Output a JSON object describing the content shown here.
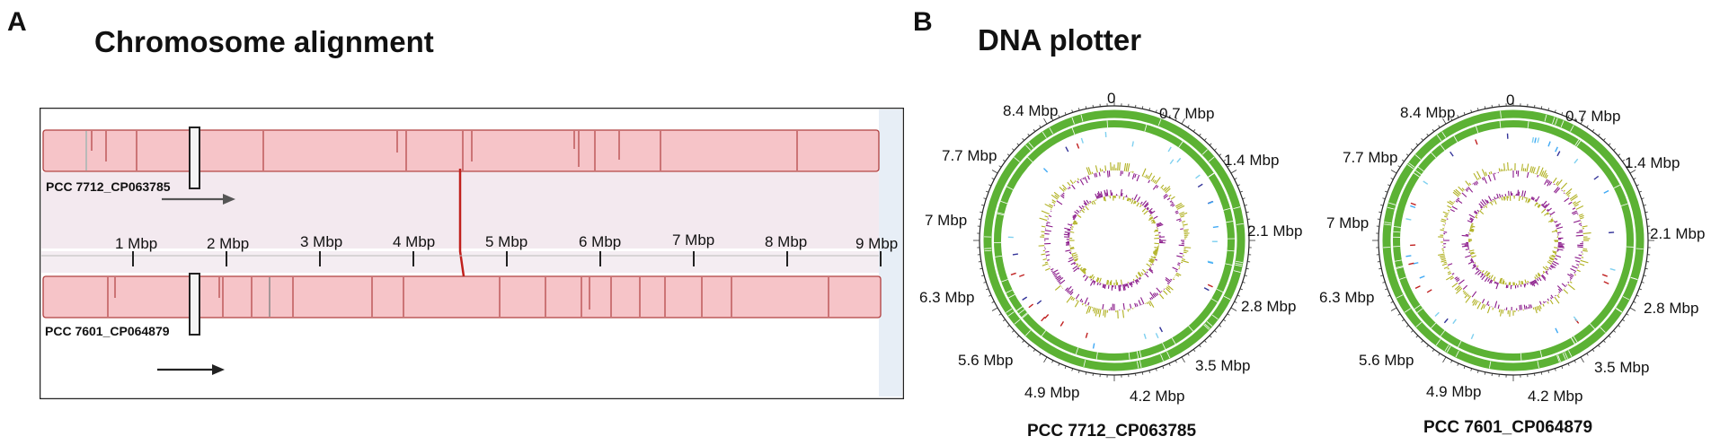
{
  "panel_a": {
    "letter": "A",
    "title": "Chromosome alignment",
    "top_genome": "PCC 7712_CP063785",
    "bottom_genome": "PCC 7601_CP064879",
    "axis_ticks": [
      "1 Mbp",
      "2 Mbp",
      "3 Mbp",
      "4 Mbp",
      "5 Mbp",
      "6 Mbp",
      "7 Mbp",
      "8 Mbp",
      "9 Mbp"
    ]
  },
  "panel_b": {
    "letter": "B",
    "title": "DNA plotter",
    "ring_labels": [
      "0",
      "0.7 Mbp",
      "1.4 Mbp",
      "2.1 Mbp",
      "2.8 Mbp",
      "3.5 Mbp",
      "4.2 Mbp",
      "4.9 Mbp",
      "5.6 Mbp",
      "6.3 Mbp",
      "7 Mbp",
      "7.7 Mbp",
      "8.4 Mbp"
    ],
    "plots": [
      {
        "name": "PCC 7712_CP063785"
      },
      {
        "name": "PCC 7601_CP064879"
      }
    ]
  },
  "colors": {
    "block_fill": "#f6c4c8",
    "block_border": "#b04040",
    "feature_ring": "#5cb234",
    "gc_skew": "#b0b020",
    "gc_content": "#8a1a8a",
    "frame_bg": "#e7eef6"
  }
}
